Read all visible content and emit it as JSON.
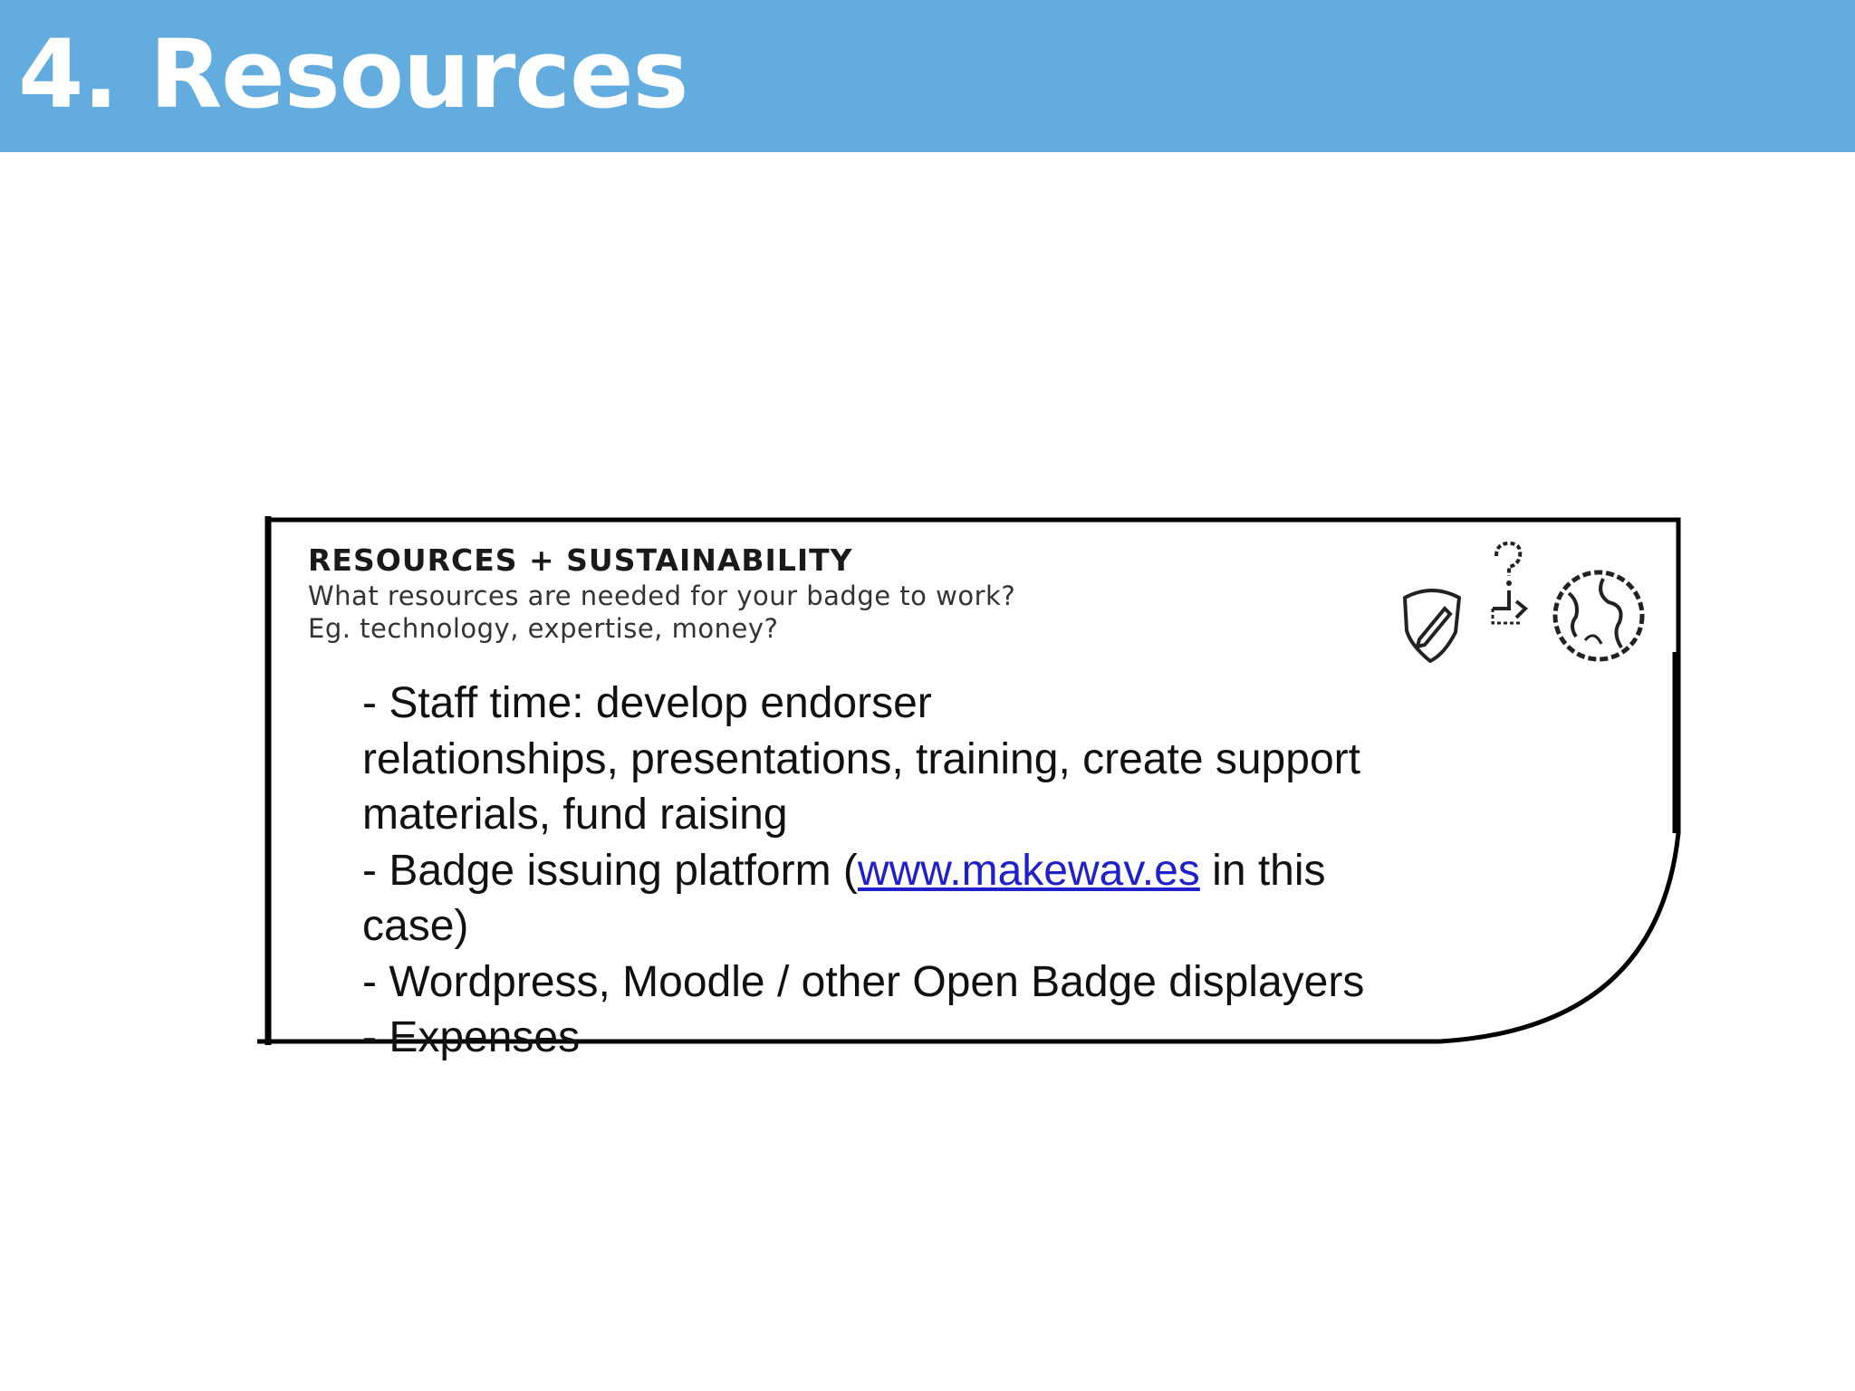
{
  "slide": {
    "title": "4. Resources",
    "title_bar_color": "#62ace0"
  },
  "card": {
    "heading": "RESOURCES + SUSTAINABILITY",
    "question": "What resources are needed for your badge to work?",
    "examples": "Eg. technology, expertise, money?",
    "icons": [
      "shield-pencil-icon",
      "question-arrow-icon",
      "globe-icon"
    ]
  },
  "content": {
    "line1": "- Staff time: develop endorser",
    "line2": "relationships, presentations, training, create support",
    "line3": "materials, fund raising",
    "line4_before": "- Badge issuing platform (",
    "line4_link": "www.makewav.es",
    "line4_after": " in this",
    "line5": "case)",
    "line6": "- Wordpress, Moodle / other Open Badge  displayers",
    "line7": "- Expenses",
    "link_color": "#1f1fcc"
  }
}
